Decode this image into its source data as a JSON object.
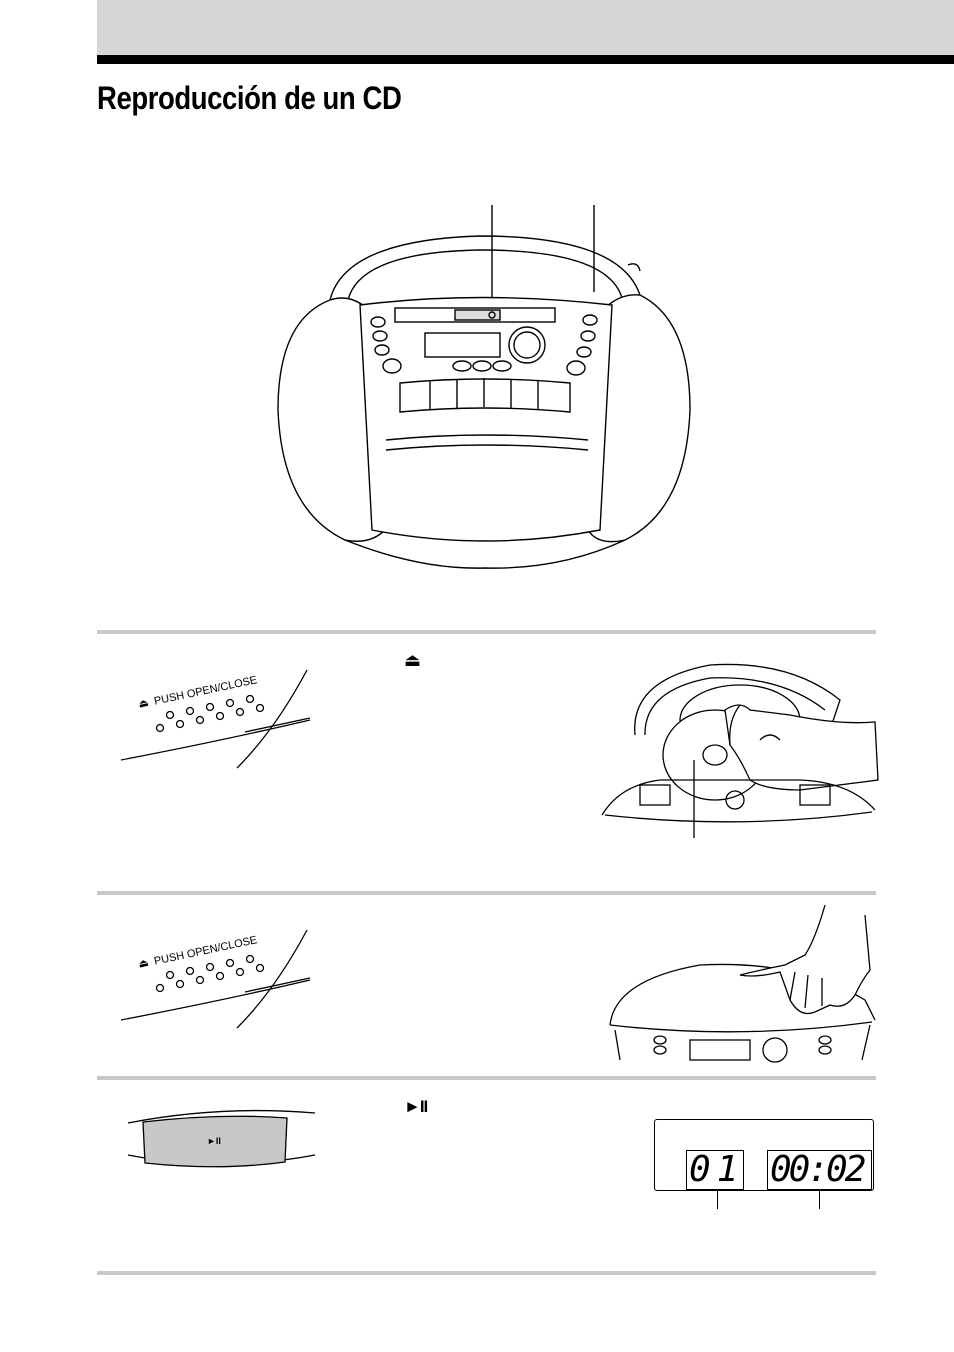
{
  "page": {
    "title": "Reproducción de un CD"
  },
  "steps": [
    {
      "button_label": "PUSH OPEN/CLOSE",
      "instruction_symbol": "⏏"
    },
    {
      "button_label": "PUSH OPEN/CLOSE"
    },
    {
      "button_symbol": "►II",
      "instruction_symbol": "►II",
      "display": {
        "track": "01",
        "time": "00:02"
      }
    }
  ],
  "icons": [
    "eject-icon",
    "play-pause-icon"
  ]
}
